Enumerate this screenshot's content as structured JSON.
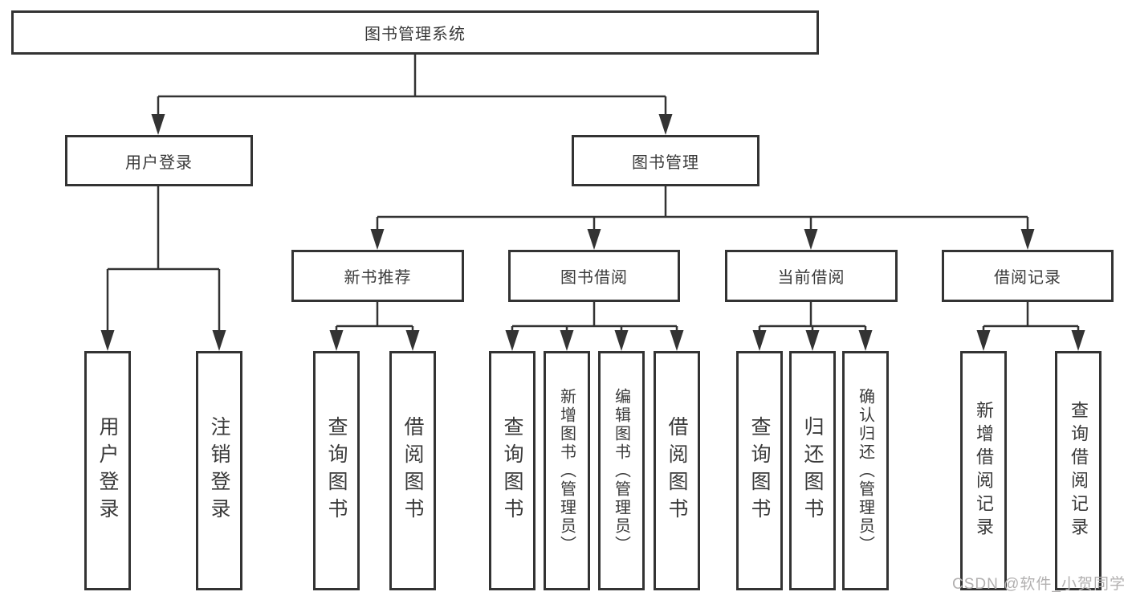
{
  "tree": {
    "label": "图书管理系统",
    "children": [
      {
        "label": "用户登录",
        "children": [
          {
            "label": "用户登录"
          },
          {
            "label": "注销登录"
          }
        ]
      },
      {
        "label": "图书管理",
        "children": [
          {
            "label": "新书推荐",
            "children": [
              {
                "label": "查询图书"
              },
              {
                "label": "借阅图书"
              }
            ]
          },
          {
            "label": "图书借阅",
            "children": [
              {
                "label": "查询图书"
              },
              {
                "label": "新增图书（管理员）"
              },
              {
                "label": "编辑图书（管理员）"
              },
              {
                "label": "借阅图书"
              }
            ]
          },
          {
            "label": "当前借阅",
            "children": [
              {
                "label": "查询图书"
              },
              {
                "label": "归还图书"
              },
              {
                "label": "确认归还（管理员）"
              }
            ]
          },
          {
            "label": "借阅记录",
            "children": [
              {
                "label": "新增借阅记录"
              },
              {
                "label": "查询借阅记录"
              }
            ]
          }
        ]
      }
    ]
  },
  "watermark": "CSDN @软件_小贺同学",
  "colors": {
    "line": "#333333",
    "box_border": "#333333",
    "text": "#3a3a3a",
    "watermark": "#b2b0b0",
    "background": "#ffffff"
  }
}
